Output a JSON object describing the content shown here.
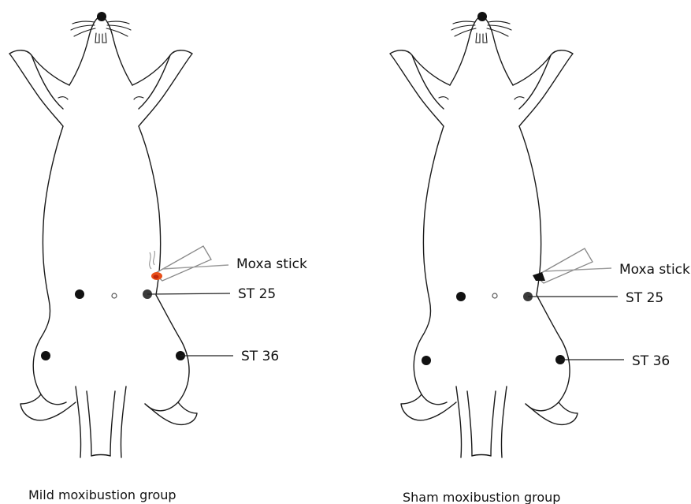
{
  "panels": [
    {
      "caption": "Mild moxibustion group",
      "moxa_label": "Moxa stick",
      "point_upper_label": "ST 25",
      "point_lower_label": "ST 36",
      "moxa_lit": true
    },
    {
      "caption": "Sham moxibustion group",
      "moxa_label": "Moxa stick",
      "point_upper_label": "ST 25",
      "point_lower_label": "ST 36",
      "moxa_lit": false
    }
  ],
  "colors": {
    "ember": "#e8501a",
    "ember_core": "#c0280c",
    "tip_unlit": "#111111",
    "point": "#111111",
    "point_mid": "#3a3a3a"
  }
}
